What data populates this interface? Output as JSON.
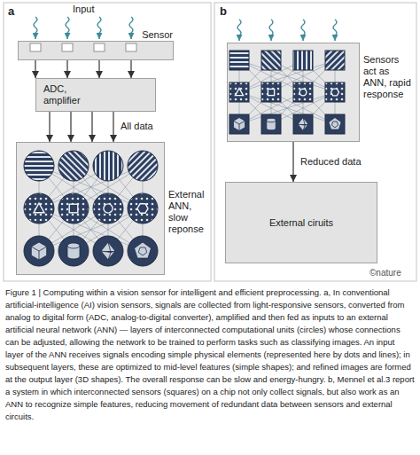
{
  "diagram": {
    "caption": "Figure 1 | Computing within a vision sensor for intelligent and efficient preprocessing. a, In conventional artificial-intelligence (AI) vision sensors, signals are collected from light-responsive sensors, converted from analog to digital form (ADC, analog-to-digital converter), amplified and then fed as inputs to an external artificial neural network (ANN) — layers of interconnected computational units (circles) whose connections can be adjusted, allowing the network to be trained to perform tasks such as classifying images. An input layer of the ANN receives signals encoding simple physical elements (represented here by dots and lines); in subsequent layers, these are optimized to mid-level features (simple shapes); and refined images are formed at the output layer (3D shapes). The overall response can be slow and energy-hungry. b, Mennel et al.3 report a system in which interconnected sensors (squares) on a chip not only collect signals, but also work as an ANN to recognize simple features, reducing movement of redundant data between sensors and external circuits.",
    "nodes": [
      {
        "text": [
          "Sensor"
        ]
      },
      {
        "text": [
          "ADC, amplifier"
        ]
      },
      {
        "text": [
          "External ANN, slow reponse"
        ]
      },
      {
        "text": [
          "Sensors act as ANN, rapid response"
        ]
      },
      {
        "text": [
          "External ciruits"
        ]
      }
    ],
    "edges": [
      {
        "from": 0,
        "to": 1,
        "arrow": "to"
      },
      {
        "from": 1,
        "to": 2,
        "label": "All data",
        "arrow": "to"
      },
      {
        "from": 3,
        "to": 4,
        "label": "Reduced data",
        "arrow": "to"
      }
    ],
    "labels": [
      "a",
      "Input",
      "b",
      "©nature"
    ]
  }
}
